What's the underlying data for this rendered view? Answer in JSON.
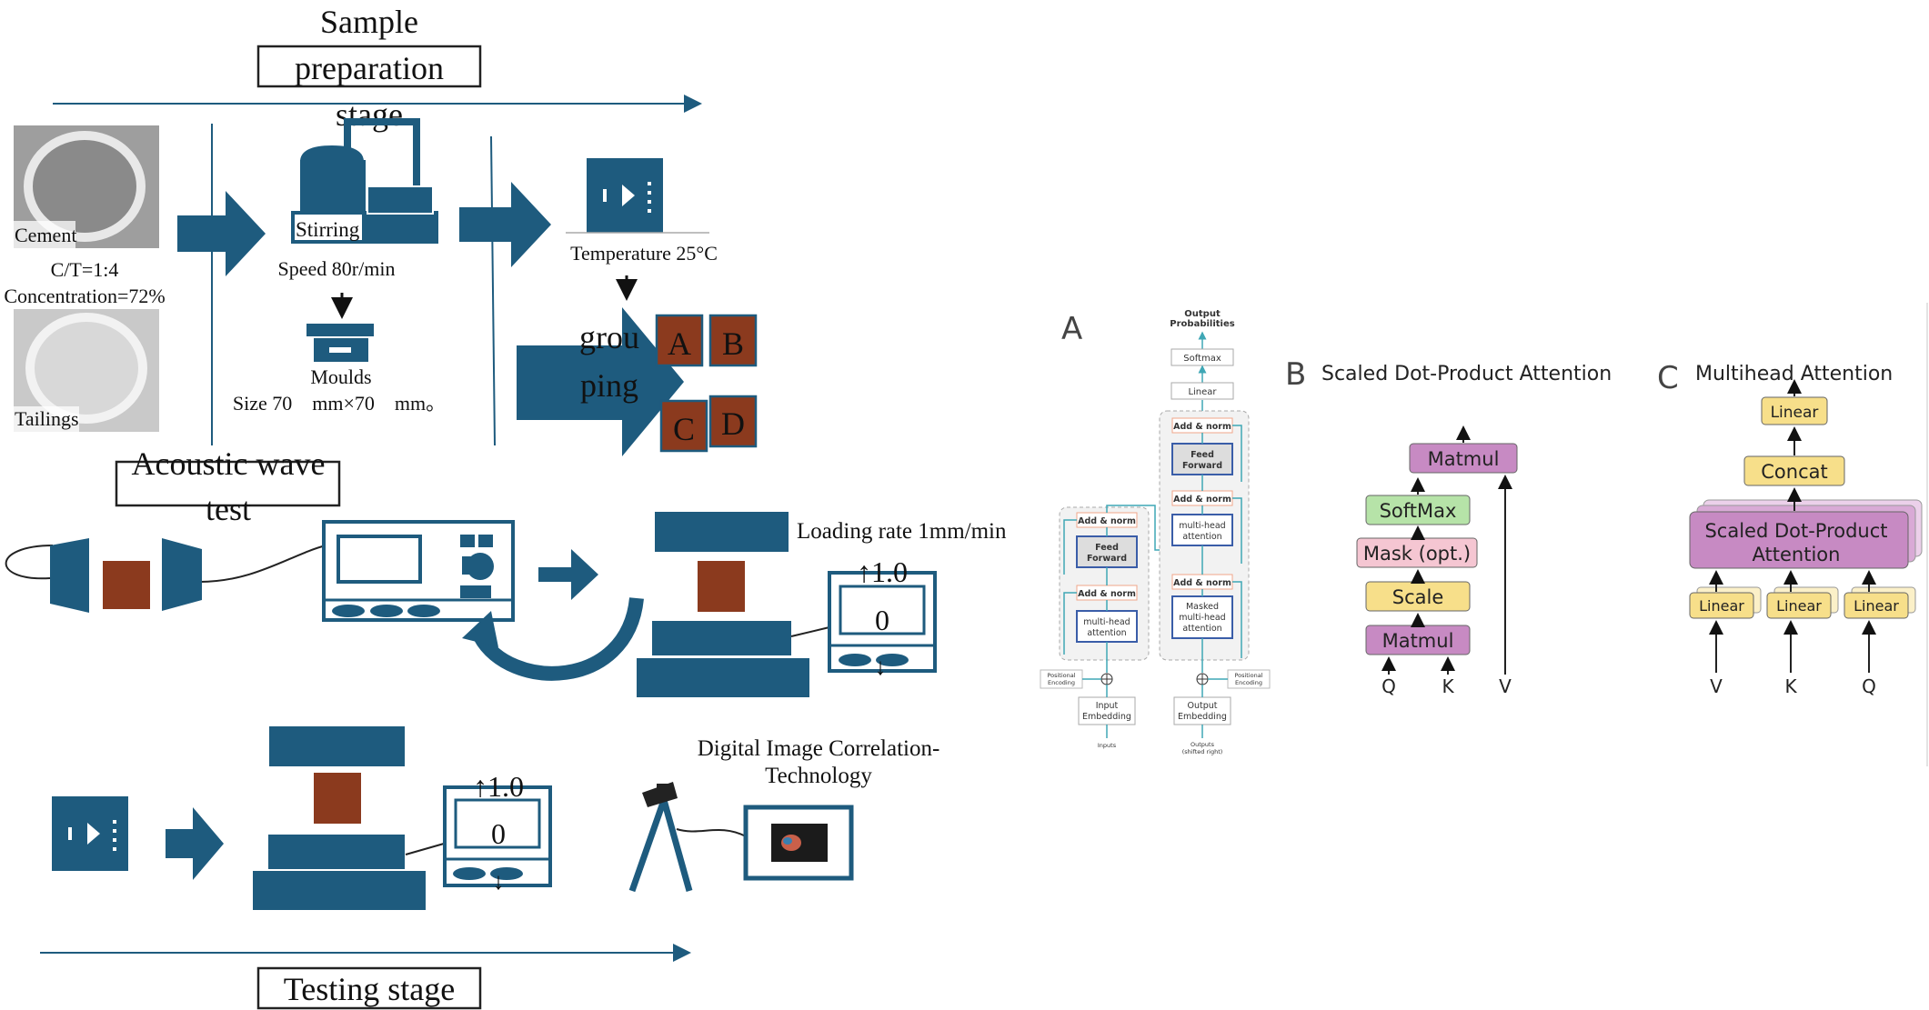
{
  "process": {
    "prep_title_line1": "Sample",
    "prep_title_line2": "preparation",
    "prep_title_line3": "stage",
    "cement_label": "Cement",
    "ct_ratio": "C/T=1:4",
    "concentration": "Concentration=72%",
    "tailings_label": "Tailings",
    "stirring_label": "Stirring",
    "speed_label": "Speed 80r/min",
    "moulds_label": "Moulds",
    "size_label": "Size 70　mm×70　mm。",
    "temperature_label": "Temperature 25°C",
    "grouping_line1": "grou",
    "grouping_line2": "ping",
    "group_a": "A",
    "group_b": "B",
    "group_c": "C",
    "group_d": "D",
    "acoustic_line1": "Acoustic wave",
    "acoustic_line2": "test",
    "loading_rate": "Loading rate 1mm/min",
    "gauge_top": "↑1.0",
    "gauge_mid": "0",
    "gauge_bottom": "↓",
    "dic_line1": "Digital Image Correlation-",
    "dic_line2": "Technology",
    "testing_title": "Testing stage",
    "colors": {
      "primary": "#1e5b7e",
      "brick": "#8b3a1e"
    }
  },
  "transformer": {
    "panel_letter": "A",
    "output_probabilities_1": "Output",
    "output_probabilities_2": "Probabilities",
    "softmax": "Softmax",
    "linear": "Linear",
    "add_norm": "Add & norm",
    "feed_forward_1": "Feed",
    "feed_forward_2": "Forward",
    "mha_1": "multi-head",
    "mha_2": "attention",
    "masked_1": "Masked",
    "masked_2": "multi-head",
    "masked_3": "attention",
    "positional_1": "Positional",
    "positional_2": "Encoding",
    "input_emb_1": "Input",
    "input_emb_2": "Embedding",
    "output_emb_1": "Output",
    "output_emb_2": "Embedding",
    "inputs": "Inputs",
    "outputs_1": "Outputs",
    "outputs_2": "(shifted right)"
  },
  "sdpa": {
    "panel_letter": "B",
    "title": "Scaled Dot-Product Attention",
    "matmul_top": "Matmul",
    "softmax": "SoftMax",
    "mask": "Mask (opt.)",
    "scale": "Scale",
    "matmul_bottom": "Matmul",
    "q": "Q",
    "k": "K",
    "v": "V"
  },
  "mha": {
    "panel_letter": "C",
    "title": "Multihead Attention",
    "linear_top": "Linear",
    "concat": "Concat",
    "sdpa_line1": "Scaled Dot-Product",
    "sdpa_line2": "Attention",
    "linear_v": "Linear",
    "linear_k": "Linear",
    "linear_q": "Linear",
    "v": "V",
    "k": "K",
    "q": "Q"
  }
}
